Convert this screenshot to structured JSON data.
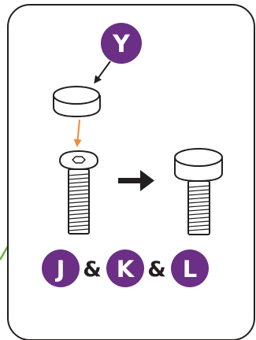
{
  "diagram": {
    "top_badge": {
      "letter": "Y"
    },
    "bottom_badges": [
      {
        "letter": "J"
      },
      {
        "letter": "K"
      },
      {
        "letter": "L"
      }
    ],
    "separator": "&",
    "colors": {
      "badge_fill": "#6b2f86",
      "badge_text": "#ffffff",
      "outline": "#231f20",
      "insert_arrow": "#f08a3a",
      "connector_line": "#6cb33f",
      "background": "#ffffff"
    },
    "icons": [
      "cap-icon",
      "hex-socket-screw-icon",
      "capped-screw-icon",
      "right-arrow-icon"
    ]
  }
}
